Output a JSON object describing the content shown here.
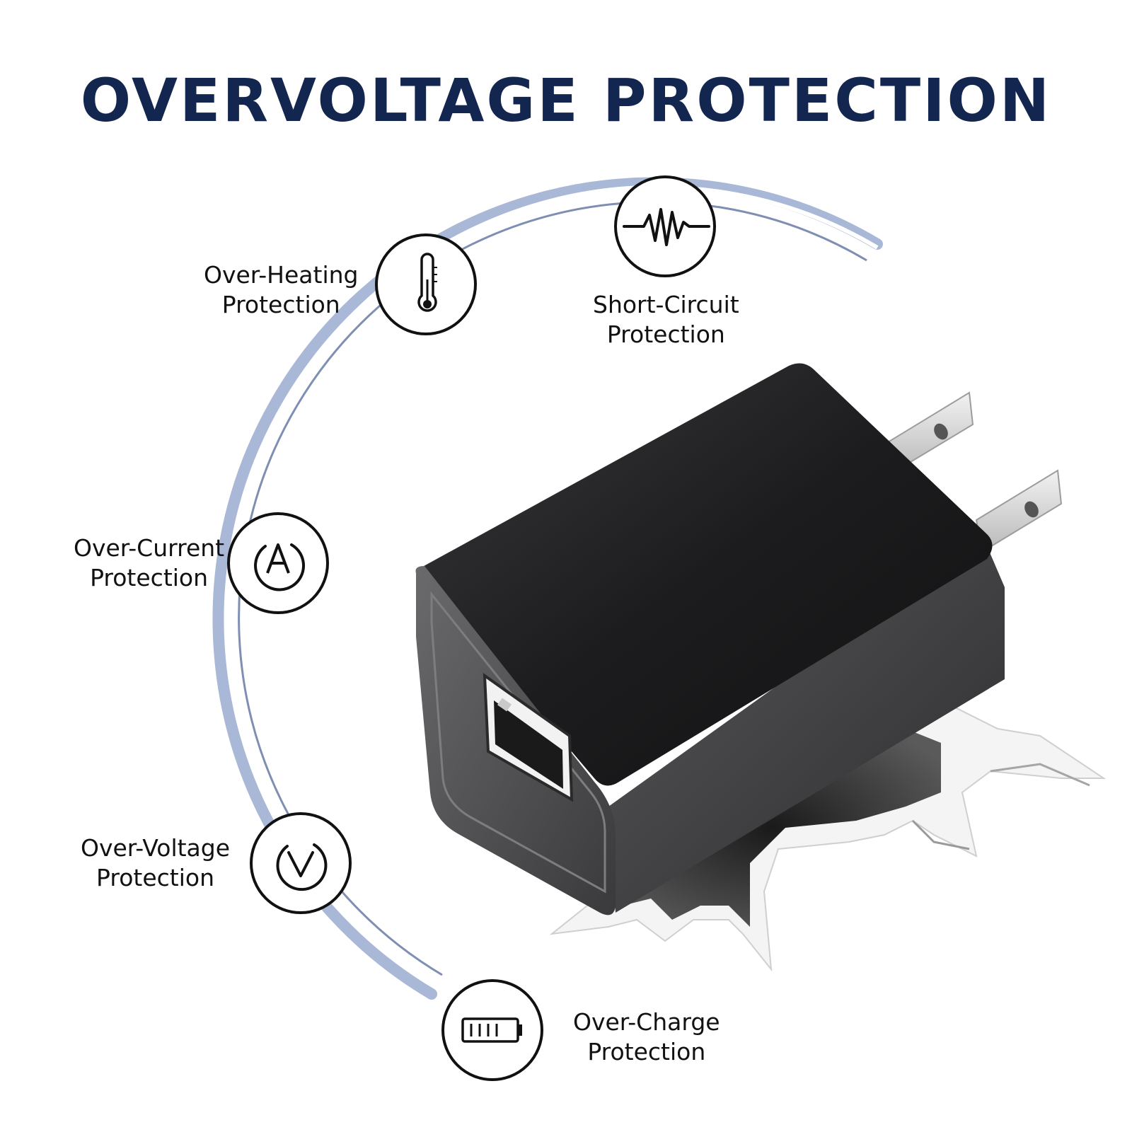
{
  "title": "OVERVOLTAGE PROTECTION",
  "colors": {
    "title": "#12264f",
    "arc": "#a9b8d6",
    "arc_inner": "#7f8fb3",
    "charger_body": "#2b2b2d",
    "icon_stroke": "#111111"
  },
  "features": [
    {
      "line1": "Over-Heating",
      "line2": "Protection",
      "icon": "thermometer-icon"
    },
    {
      "line1": "Short-Circuit",
      "line2": "Protection",
      "icon": "waveform-icon"
    },
    {
      "line1": "Over-Current",
      "line2": "Protection",
      "icon": "ampere-icon"
    },
    {
      "line1": "Over-Voltage",
      "line2": "Protection",
      "icon": "voltage-icon"
    },
    {
      "line1": "Over-Charge",
      "line2": "Protection",
      "icon": "battery-icon"
    }
  ]
}
